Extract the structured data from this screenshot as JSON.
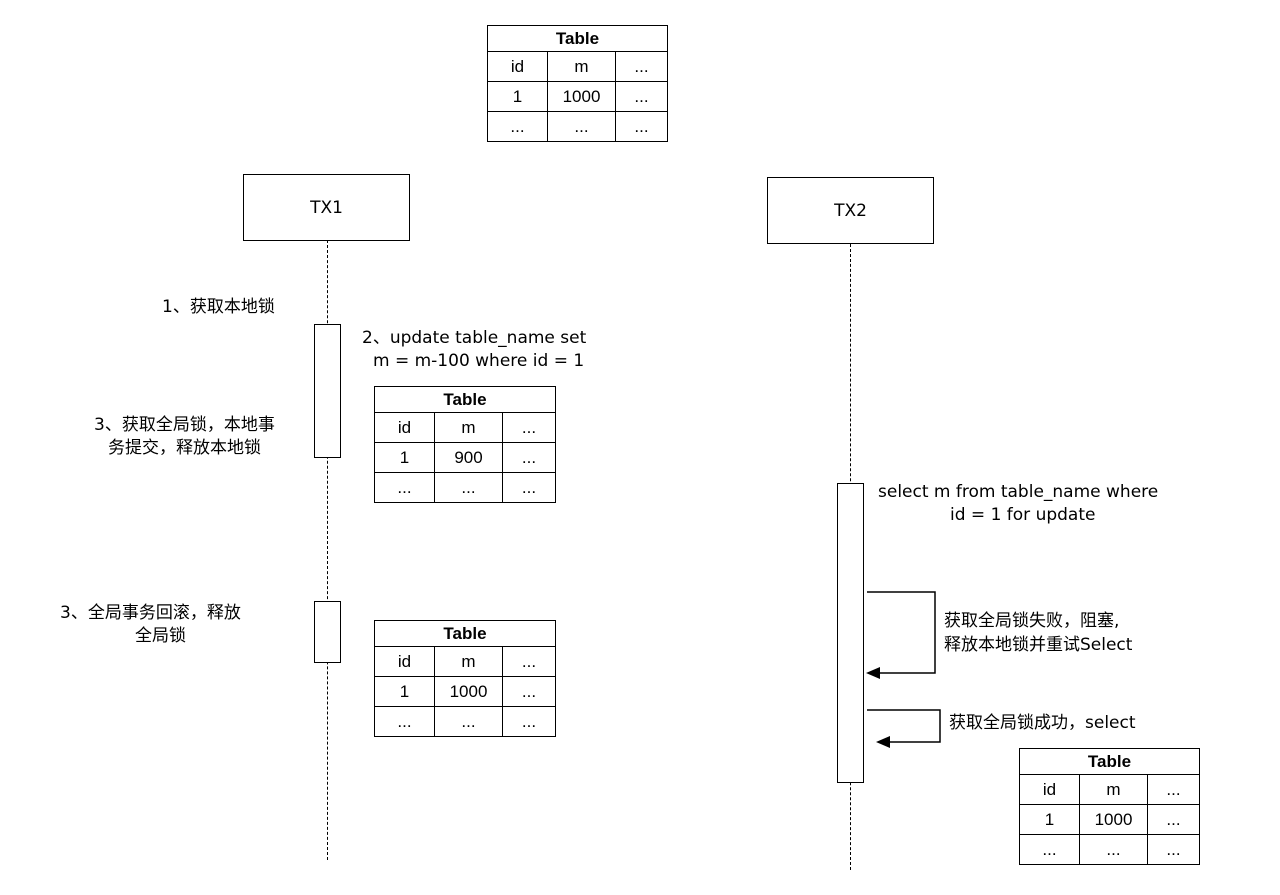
{
  "top_table": {
    "title": "Table",
    "headers": [
      "id",
      "m",
      "..."
    ],
    "rows": [
      [
        "1",
        "1000",
        "..."
      ],
      [
        "...",
        "...",
        "..."
      ]
    ]
  },
  "tx1": {
    "label": "TX1",
    "step1": "1、获取本地锁",
    "step2_line1": "2、update table_name set",
    "step2_line2": "m = m-100 where id = 1",
    "step3a_line1": "3、获取全局锁，本地事",
    "step3a_line2": "务提交，释放本地锁",
    "step3b_line1": "3、全局事务回滚，释放",
    "step3b_line2": "全局锁",
    "table_after_update": {
      "title": "Table",
      "headers": [
        "id",
        "m",
        "..."
      ],
      "rows": [
        [
          "1",
          "900",
          "..."
        ],
        [
          "...",
          "...",
          "..."
        ]
      ]
    },
    "table_after_rollback": {
      "title": "Table",
      "headers": [
        "id",
        "m",
        "..."
      ],
      "rows": [
        [
          "1",
          "1000",
          "..."
        ],
        [
          "...",
          "...",
          "..."
        ]
      ]
    }
  },
  "tx2": {
    "label": "TX2",
    "select_line1": "select m from table_name where",
    "select_line2": "id = 1 for update",
    "fail_line1": "获取全局锁失败，阻塞,",
    "fail_line2": "释放本地锁并重试Select",
    "success": "获取全局锁成功，select",
    "table_select": {
      "title": "Table",
      "headers": [
        "id",
        "m",
        "..."
      ],
      "rows": [
        [
          "1",
          "1000",
          "..."
        ],
        [
          "...",
          "...",
          "..."
        ]
      ]
    }
  }
}
